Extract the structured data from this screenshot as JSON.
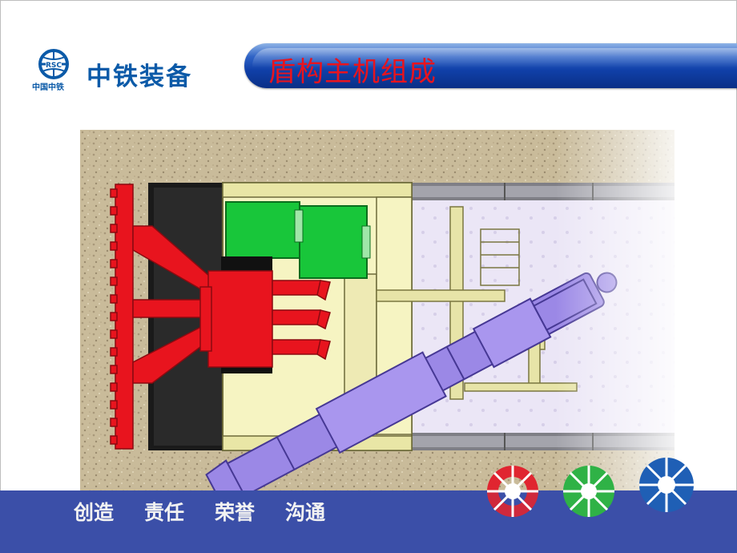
{
  "logo": {
    "name": "中铁装备",
    "subtitle": "中国中铁",
    "mark_text": "RSC",
    "color": "#0b5aa8"
  },
  "title": {
    "text": "盾构主机组成",
    "color": "#e8141e"
  },
  "slogans": [
    "创造",
    "责任",
    "荣誉",
    "沟通"
  ],
  "colors": {
    "cutterhead": "#e8141e",
    "hydraulic_tanks": "#18c63a",
    "screw_conveyor": "#9b88e6",
    "shield_body": "#f6f4c2",
    "bottom_bar": "#3b4fa8",
    "title_bar": "#1040a8"
  },
  "decor_wheels": [
    {
      "name": "red-wheel",
      "color": "#e02530"
    },
    {
      "name": "green-wheel",
      "color": "#2fb246"
    },
    {
      "name": "blue-wheel",
      "color": "#1f5fb5"
    }
  ]
}
